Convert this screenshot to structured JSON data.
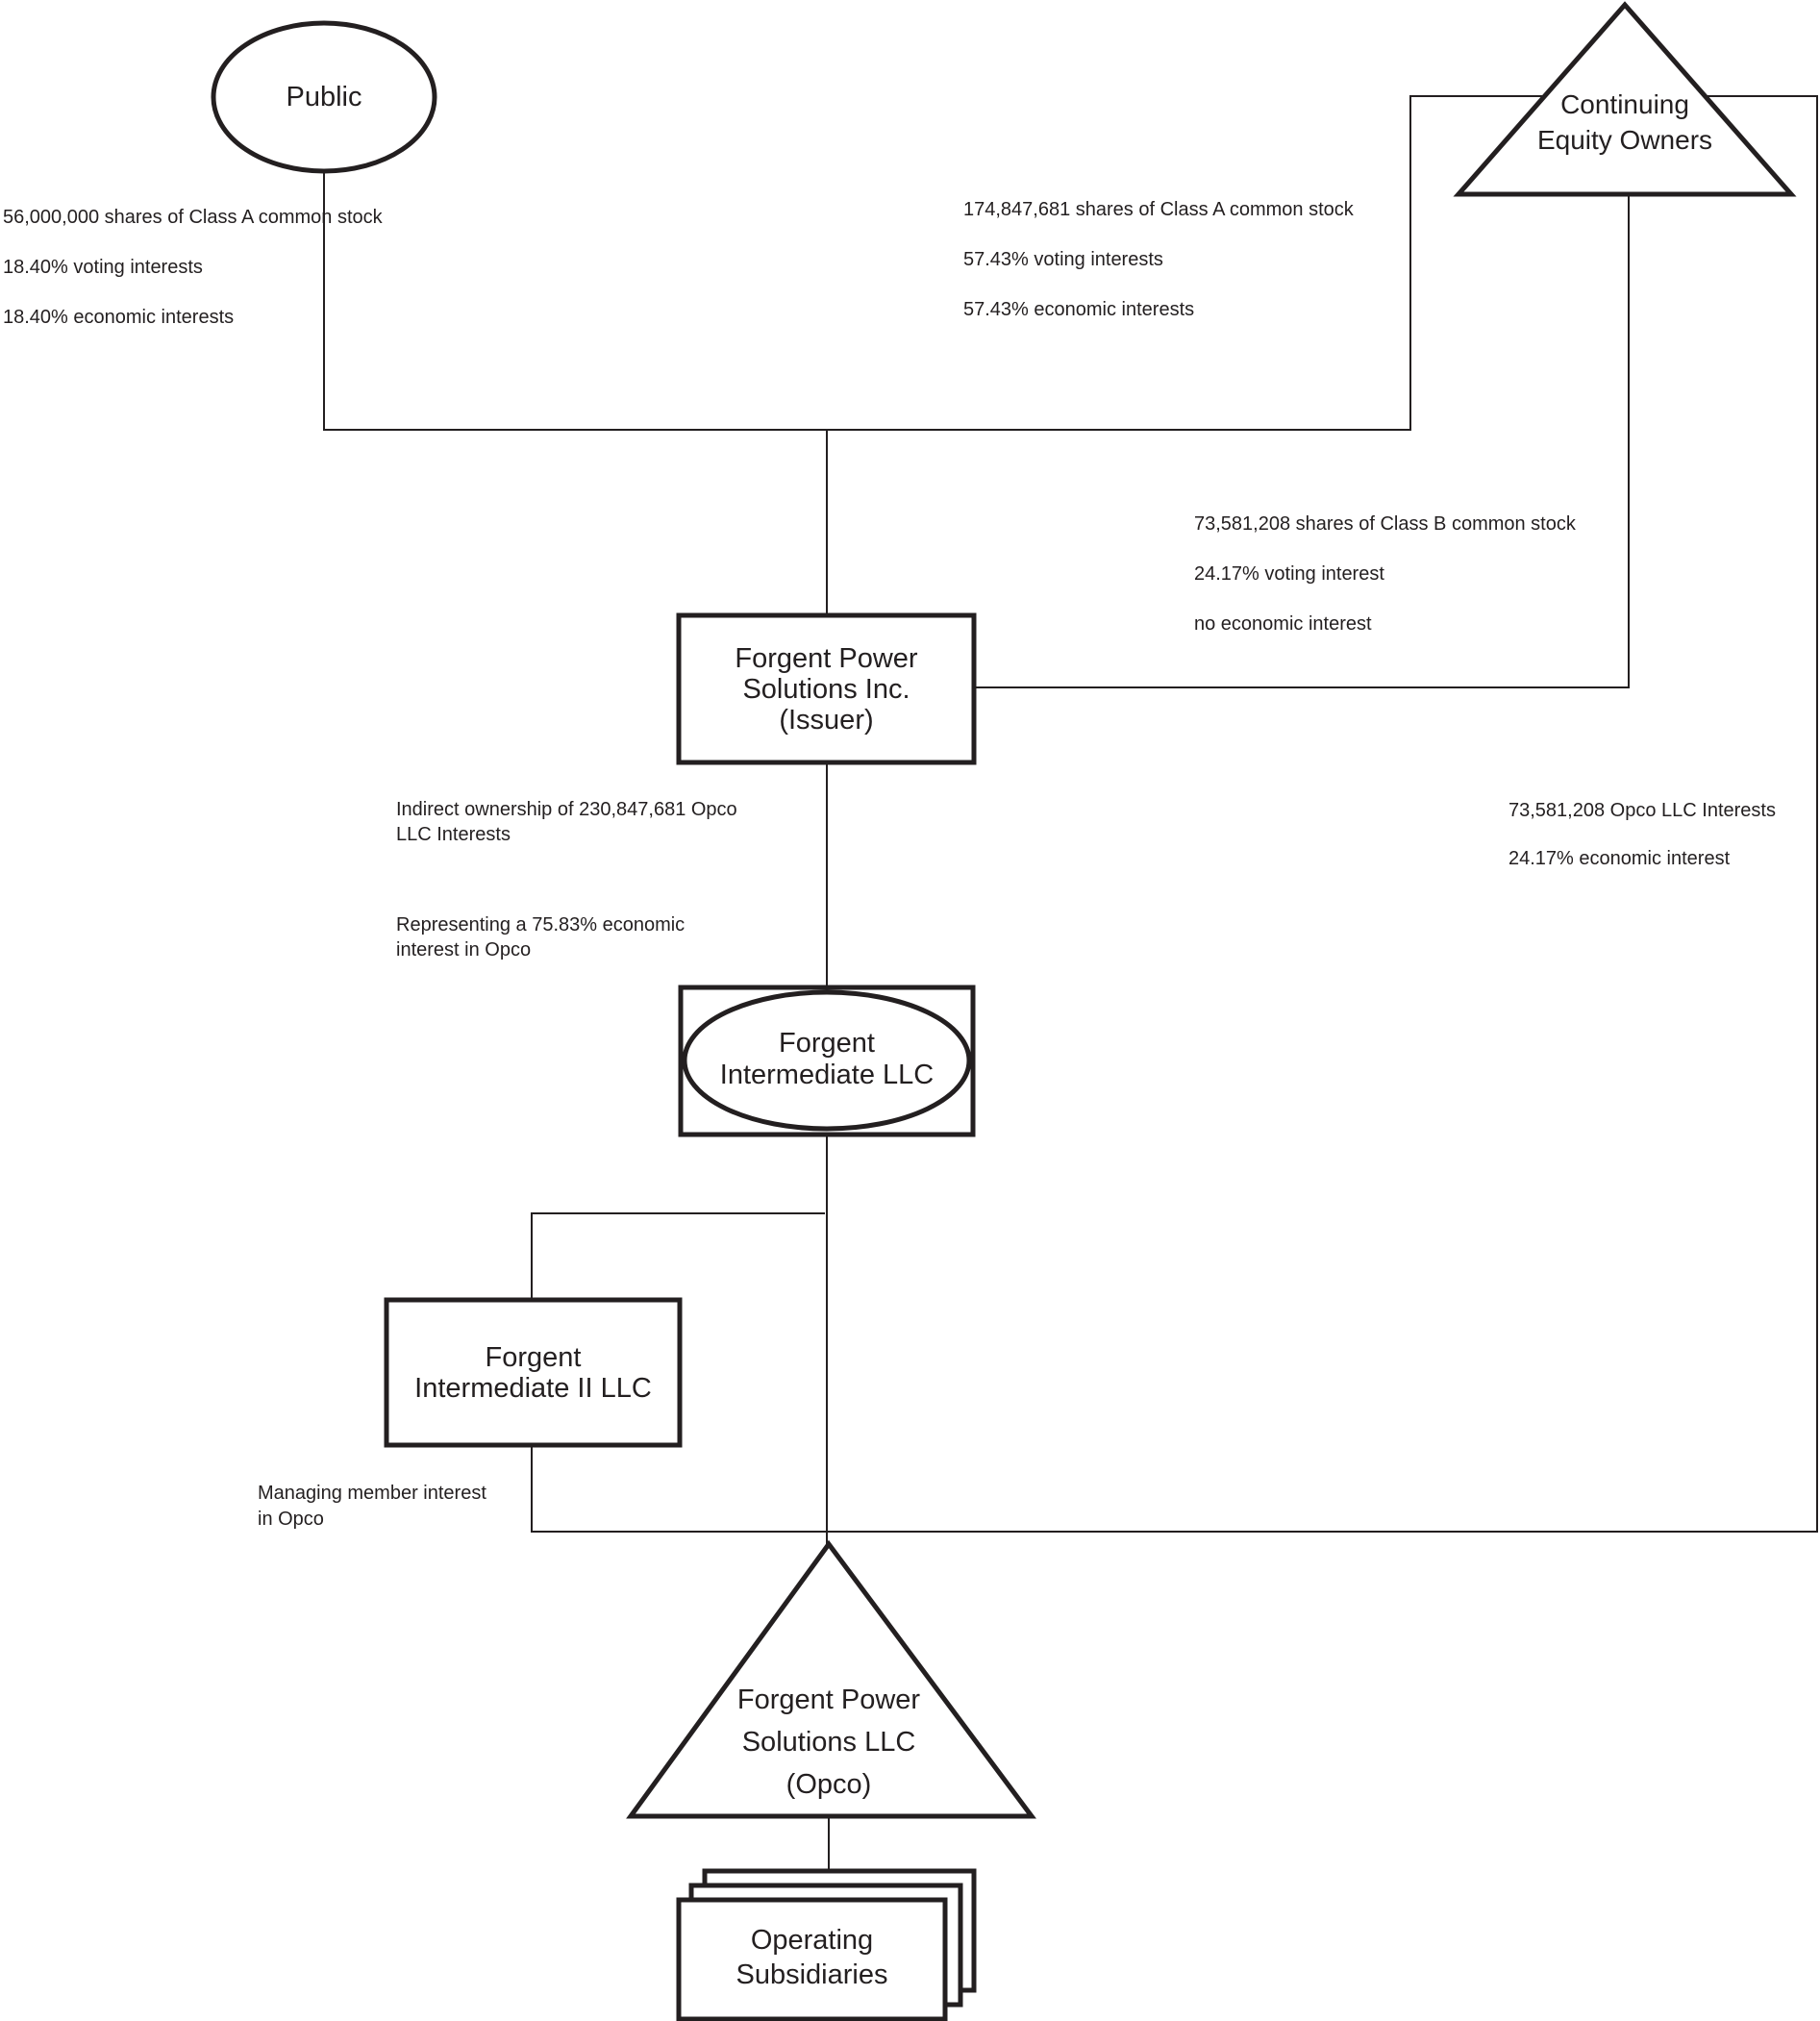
{
  "diagram": {
    "colors": {
      "ink": "#231f20",
      "background": "#ffffff"
    },
    "nodes": {
      "public": {
        "label": "Public"
      },
      "continuing_equity_owners": {
        "lines": [
          "Continuing",
          "Equity Owners"
        ]
      },
      "issuer": {
        "lines": [
          "Forgent Power",
          "Solutions Inc.",
          "(Issuer)"
        ]
      },
      "intermediate": {
        "lines": [
          "Forgent",
          "Intermediate LLC"
        ]
      },
      "intermediate_two": {
        "lines": [
          "Forgent",
          "Intermediate II LLC"
        ]
      },
      "opco": {
        "lines": [
          "Forgent Power",
          "Solutions LLC",
          "(Opco)"
        ]
      },
      "operating_subsidiaries": {
        "lines": [
          "Operating",
          "Subsidiaries"
        ]
      }
    },
    "labels": {
      "public_holdings": {
        "rows": [
          "56,000,000 shares of Class A common stock",
          "18.40% voting interests",
          "18.40% economic interests"
        ]
      },
      "ceo_class_a": {
        "rows": [
          "174,847,681 shares of Class A common stock",
          "57.43% voting interests",
          "57.43% economic interests"
        ]
      },
      "ceo_class_b": {
        "rows": [
          "73,581,208 shares of Class B common stock",
          "24.17% voting interest",
          "no economic interest"
        ]
      },
      "issuer_indirect_ownership": {
        "lines": [
          "Indirect ownership of 230,847,681 Opco",
          "LLC Interests"
        ]
      },
      "issuer_representing": {
        "lines": [
          "Representing a 75.83% economic",
          "interest in Opco"
        ]
      },
      "ceo_opco_interests": {
        "rows": [
          "73,581,208 Opco LLC Interests",
          "24.17% economic interest"
        ]
      },
      "managing_member": {
        "lines": [
          "Managing member interest",
          "in Opco"
        ]
      }
    }
  }
}
